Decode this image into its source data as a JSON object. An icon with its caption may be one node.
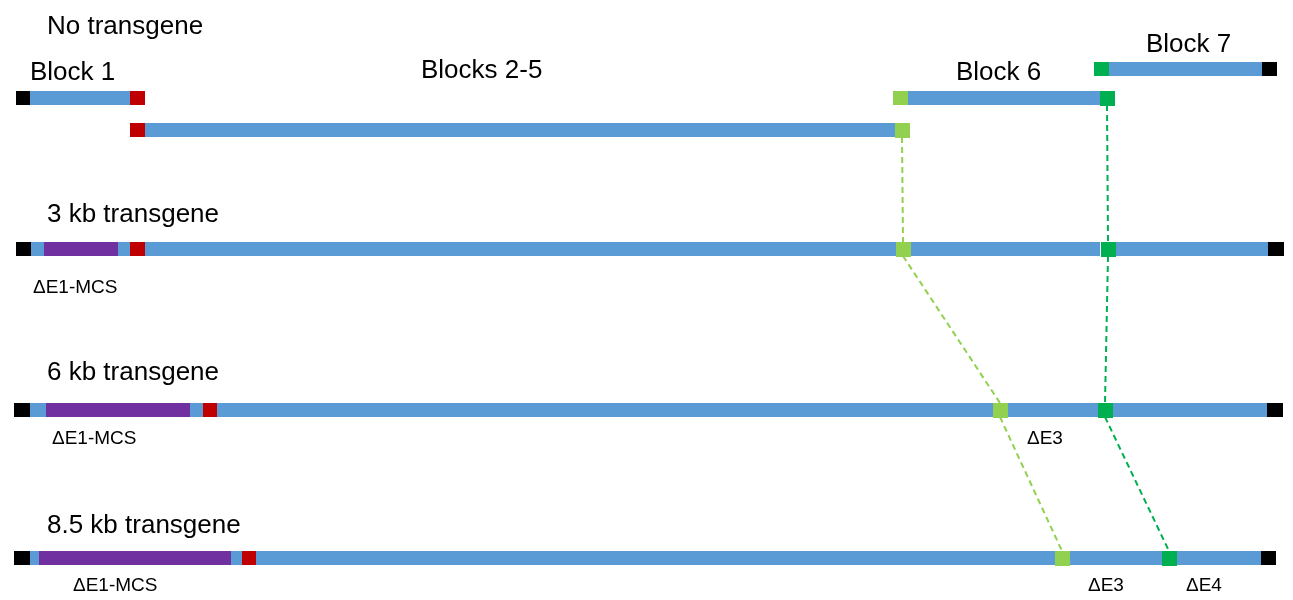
{
  "diagram": {
    "nodes": [
      {
        "text": [],
        "shape": "box"
      },
      {
        "text": [],
        "shape": "box"
      },
      {
        "text": [],
        "shape": "box"
      },
      {
        "text": [],
        "shape": "box"
      },
      {
        "text": [],
        "shape": "box"
      },
      {
        "text": [],
        "shape": "box"
      },
      {
        "text": [],
        "shape": "box"
      },
      {
        "text": [],
        "shape": "box"
      }
    ],
    "edges": [
      {
        "from": 1,
        "to": 2,
        "arrow": "none",
        "style": "dashed",
        "color": "#92d050"
      },
      {
        "from": 0,
        "to": 3,
        "arrow": "none",
        "style": "dashed",
        "color": "#00b050"
      },
      {
        "from": 2,
        "to": 4,
        "arrow": "none",
        "style": "dashed",
        "color": "#92d050"
      },
      {
        "from": 3,
        "to": 5,
        "arrow": "none",
        "style": "dashed",
        "color": "#00b050"
      },
      {
        "from": 4,
        "to": 6,
        "arrow": "none",
        "style": "dashed",
        "color": "#92d050"
      },
      {
        "from": 5,
        "to": 7,
        "arrow": "none",
        "style": "dashed",
        "color": "#00b050"
      }
    ],
    "labels": [
      "No transgene",
      "Block 7",
      "Block 1",
      "Blocks 2-5",
      "Block 6",
      "3 kb transgene",
      "ΔE1-MCS",
      "6 kb transgene",
      "ΔE1-MCS",
      "ΔE3",
      "8.5 kb transgene",
      "ΔE1-MCS",
      "ΔE3",
      "ΔE4"
    ]
  }
}
